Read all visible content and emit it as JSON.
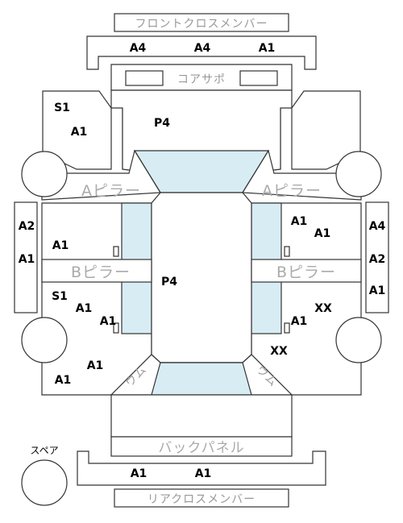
{
  "labels": {
    "front_cross_member": "フロントクロスメンバー",
    "core_support": "コアサポ",
    "a_pillar_left": "Aピラー",
    "a_pillar_right": "Aピラー",
    "b_pillar_left": "Bピラー",
    "b_pillar_right": "Bピラー",
    "back_panel": "バックパネル",
    "rear_cross_member": "リアクロスメンバー",
    "spare": "スペア",
    "cutout_left": "ウム",
    "cutout_right": "ウム"
  },
  "grades": {
    "front_member_1": "A4",
    "front_member_2": "A4",
    "front_member_3": "A1",
    "front_left_fender_1": "S1",
    "front_left_fender_2": "A1",
    "hood": "P4",
    "left_front_door_1": "A2",
    "left_front_door_2": "A1",
    "left_front_inner": "A1",
    "left_rear_inner_1": "S1",
    "left_rear_inner_2": "A1",
    "left_rear_inner_3": "A1",
    "roof": "P4",
    "left_quarter_1": "A1",
    "left_quarter_2": "A1",
    "right_front_inner_1": "A1",
    "right_front_inner_2": "A1",
    "right_door_1": "A4",
    "right_door_2": "A2",
    "right_door_3": "A1",
    "right_rear_inner_1": "XX",
    "right_rear_inner_2": "A1",
    "right_quarter": "XX",
    "rear_member_1": "A1",
    "rear_member_2": "A1"
  }
}
